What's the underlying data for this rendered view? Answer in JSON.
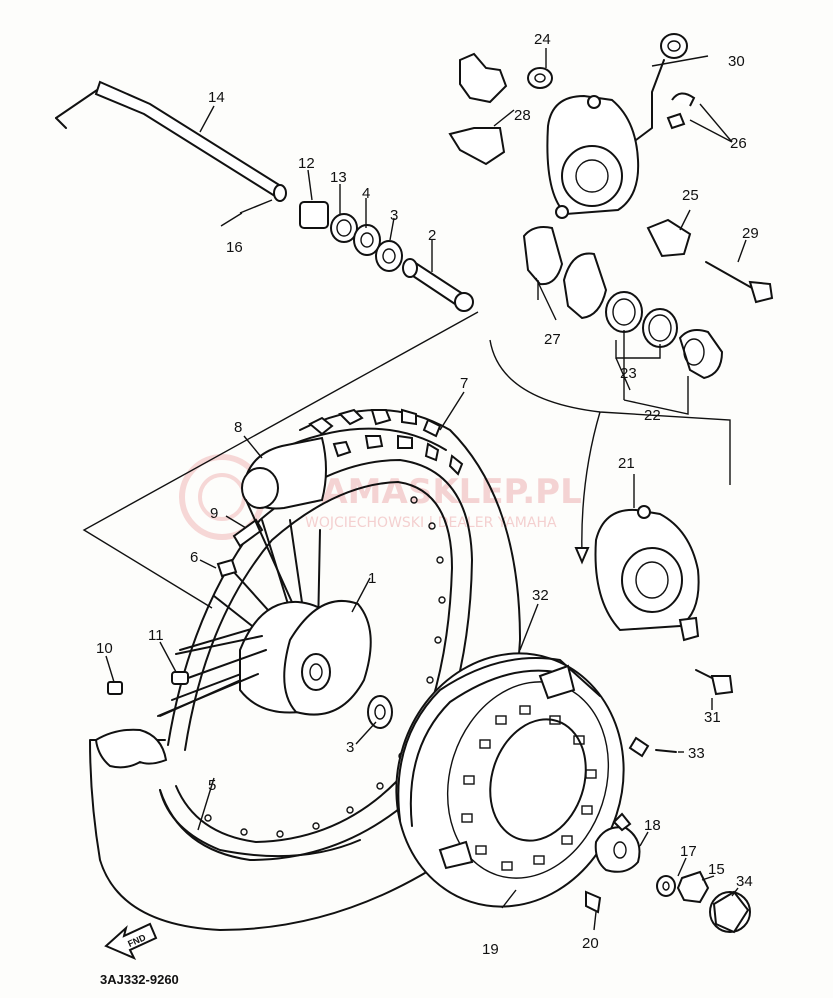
{
  "diagram_code": "3AJ332-9260",
  "direction_label": "FND",
  "watermark": {
    "brand": "YAMASKLEP.PL",
    "subline": "WOJCIECHOWSKI | DEALER YAMAHA"
  },
  "labels": [
    {
      "id": "l1",
      "text": "1"
    },
    {
      "id": "l2",
      "text": "2"
    },
    {
      "id": "l3a",
      "text": "3"
    },
    {
      "id": "l3b",
      "text": "3"
    },
    {
      "id": "l4",
      "text": "4"
    },
    {
      "id": "l5",
      "text": "5"
    },
    {
      "id": "l6",
      "text": "6"
    },
    {
      "id": "l7",
      "text": "7"
    },
    {
      "id": "l8",
      "text": "8"
    },
    {
      "id": "l9",
      "text": "9"
    },
    {
      "id": "l10",
      "text": "10"
    },
    {
      "id": "l11",
      "text": "11"
    },
    {
      "id": "l12",
      "text": "12"
    },
    {
      "id": "l13",
      "text": "13"
    },
    {
      "id": "l14",
      "text": "14"
    },
    {
      "id": "l15",
      "text": "15"
    },
    {
      "id": "l16",
      "text": "16"
    },
    {
      "id": "l17",
      "text": "17"
    },
    {
      "id": "l18",
      "text": "18"
    },
    {
      "id": "l19",
      "text": "19"
    },
    {
      "id": "l20",
      "text": "20"
    },
    {
      "id": "l21",
      "text": "21"
    },
    {
      "id": "l22",
      "text": "22"
    },
    {
      "id": "l23",
      "text": "23"
    },
    {
      "id": "l24",
      "text": "24"
    },
    {
      "id": "l25",
      "text": "25"
    },
    {
      "id": "l26",
      "text": "26"
    },
    {
      "id": "l27",
      "text": "27"
    },
    {
      "id": "l28",
      "text": "28"
    },
    {
      "id": "l29",
      "text": "29"
    },
    {
      "id": "l30",
      "text": "30"
    },
    {
      "id": "l31",
      "text": "31"
    },
    {
      "id": "l32",
      "text": "32"
    },
    {
      "id": "l33",
      "text": "33"
    },
    {
      "id": "l34",
      "text": "34"
    }
  ]
}
